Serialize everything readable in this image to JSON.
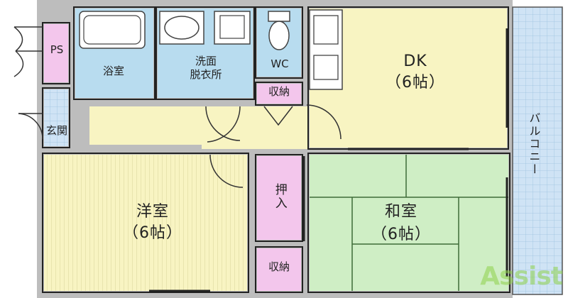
{
  "rooms": {
    "ps": "PS",
    "bath": "浴室",
    "washroom_line1": "洗面",
    "washroom_line2": "脱衣所",
    "wc": "WC",
    "dk_name": "DK",
    "dk_size": "（6帖）",
    "entrance": "玄関",
    "storage_top": "収納",
    "closet": "押入",
    "storage_bottom": "収納",
    "western_name": "洋室",
    "western_size": "（6帖）",
    "japanese_name": "和室",
    "japanese_size": "（6帖）",
    "balcony": "バルコニー"
  },
  "watermark": "Assist",
  "colors": {
    "bath_blue": "#b8dcef",
    "wc_blue": "#b8dcef",
    "kitchen_yellow": "#f8f4c2",
    "hall_yellow": "#f8f4c2",
    "western_yellow": "#f8f4c2",
    "tatami_green": "#cfeec5",
    "storage_pink": "#f3c6ec",
    "balcony_blue": "#cfe3f5",
    "wall_gray": "#bdbdbd",
    "logo_green": "#8fd24a"
  }
}
